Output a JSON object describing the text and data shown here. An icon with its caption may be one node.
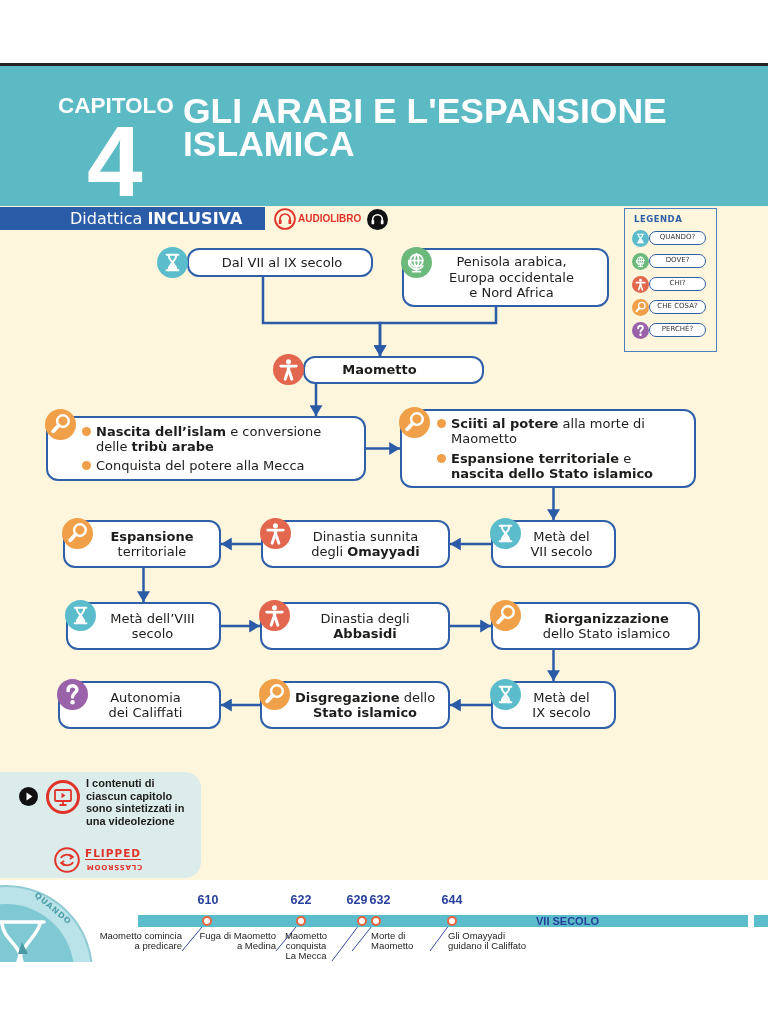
{
  "diagram": {
    "title": "GLI ARABI E L'ESPANSIONE ISLAMICA",
    "nodes": [
      {
        "text": [
          "Dal VII al IX secolo"
        ]
      },
      {
        "text": [
          "Penisola arabica, Europa occidentale e Nord Africa"
        ]
      },
      {
        "text": [
          "Maometto"
        ]
      },
      {
        "text": [
          "**Nascita dell’islam** e conversione delle **tribù arabe**",
          "Conquista del potere alla Mecca"
        ]
      },
      {
        "text": [
          "**Sciiti al potere** alla morte di Maometto",
          "**Espansione territoriale** e **nascita dello Stato islamico**"
        ]
      },
      {
        "text": [
          "**Espansione** territoriale"
        ]
      },
      {
        "text": [
          "Dinastia sunnita degli **Omayyadi**"
        ]
      },
      {
        "text": [
          "Metà del VII secolo"
        ]
      },
      {
        "text": [
          "Metà dell’VIII secolo"
        ]
      },
      {
        "text": [
          "Dinastia degli **Abbasidi**"
        ]
      },
      {
        "text": [
          "**Riorganizzazione** dello Stato islamico"
        ]
      },
      {
        "text": [
          "Autonomia dei Califfati"
        ]
      },
      {
        "text": [
          "**Disgregazione** dello **Stato islamico**"
        ]
      },
      {
        "text": [
          "Metà del IX secolo"
        ]
      },
      {
        "text": [],
        "shape": "circle",
        "beside": [
          "610"
        ]
      },
      {
        "text": [],
        "shape": "circle",
        "beside": [
          "622"
        ]
      },
      {
        "text": [],
        "shape": "circle",
        "beside": [
          "629"
        ]
      },
      {
        "text": [],
        "shape": "circle",
        "beside": [
          "632"
        ]
      },
      {
        "text": [],
        "shape": "circle",
        "beside": [
          "644"
        ]
      },
      {
        "text": [
          "Maometto comincia a predicare"
        ]
      },
      {
        "text": [
          "Fuga di Maometto a Medina"
        ]
      },
      {
        "text": [
          "Maometto conquista La Mecca"
        ]
      },
      {
        "text": [
          "Morte di Maometto"
        ]
      },
      {
        "text": [
          "Gli Omayyadi guidano il Califfato"
        ]
      }
    ],
    "edges": [
      {
        "from": 0,
        "to": 2,
        "arrow": "to"
      },
      {
        "from": 1,
        "to": 2,
        "arrow": "to"
      },
      {
        "from": 2,
        "to": 3,
        "arrow": "to"
      },
      {
        "from": 3,
        "to": 4,
        "arrow": "to"
      },
      {
        "from": 4,
        "to": 7,
        "arrow": "to"
      },
      {
        "from": 7,
        "to": 6,
        "arrow": "to"
      },
      {
        "from": 6,
        "to": 5,
        "arrow": "to"
      },
      {
        "from": 5,
        "to": 8,
        "arrow": "to"
      },
      {
        "from": 8,
        "to": 9,
        "arrow": "to"
      },
      {
        "from": 9,
        "to": 10,
        "arrow": "to"
      },
      {
        "from": 10,
        "to": 13,
        "arrow": "to"
      },
      {
        "from": 13,
        "to": 12,
        "arrow": "to"
      },
      {
        "from": 12,
        "to": 11,
        "arrow": "to"
      },
      {
        "from": 19,
        "to": 14,
        "arrow": "none"
      },
      {
        "from": 20,
        "to": 15,
        "arrow": "none"
      },
      {
        "from": 21,
        "to": 16,
        "arrow": "none"
      },
      {
        "from": 22,
        "to": 17,
        "arrow": "none"
      },
      {
        "from": 23,
        "to": 18,
        "arrow": "none"
      }
    ],
    "labels": [
      "CAPITOLO",
      "4",
      "Didattica **INCLUSIVA**",
      "AUDIOLIBRO",
      "LEGENDA",
      "I contenuti di ciascun capitolo sono sintetizzati in una videolezione",
      "FLIPPED",
      "CLASSROOM",
      "QUANDO",
      "VII SECOLO"
    ],
    "legend": [
      {
        "text": "QUANDO?",
        "color": "#5bbccb"
      },
      {
        "text": "DOVE?",
        "color": "#6cb97c"
      },
      {
        "text": "CHI?",
        "color": "#e2674e"
      },
      {
        "text": "CHE COSA?",
        "color": "#f0a048"
      },
      {
        "text": "PERCHÉ?",
        "color": "#9a63a9"
      }
    ]
  }
}
